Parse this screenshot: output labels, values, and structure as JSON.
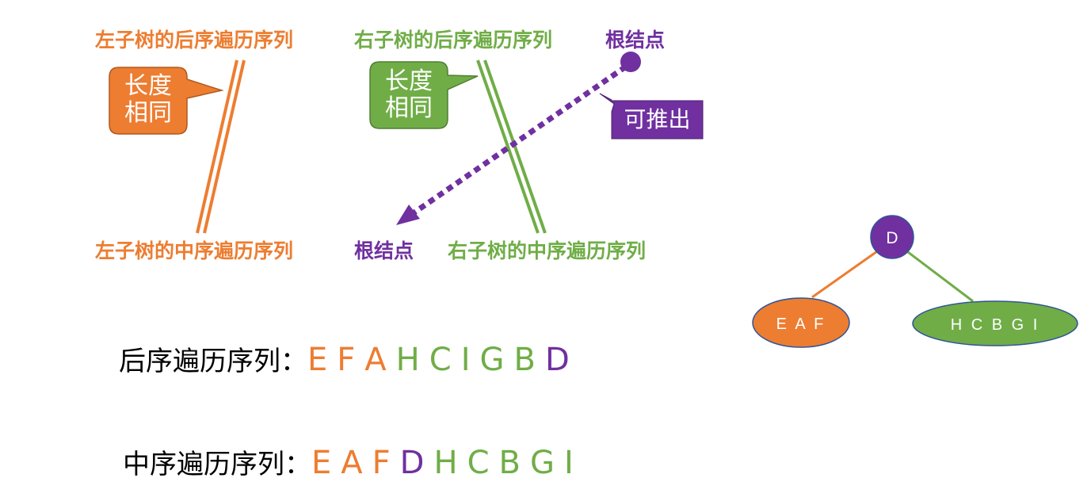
{
  "colors": {
    "left_subtree": "#ED7D31",
    "right_subtree": "#70AD47",
    "root": "#7030A0"
  },
  "top_labels": {
    "left_post": "左子树的后序遍历序列",
    "right_post": "右子树的后序遍历序列",
    "root_post": "根结点"
  },
  "bottom_labels": {
    "left_in": "左子树的中序遍历序列",
    "root_in": "根结点",
    "right_in": "右子树的中序遍历序列"
  },
  "callouts": {
    "left_same_length": [
      "长度",
      "相同"
    ],
    "right_same_length": [
      "长度",
      "相同"
    ],
    "deduce": "可推出"
  },
  "sequences": {
    "postorder_label": "后序遍历序列：",
    "postorder": [
      {
        "ch": "E",
        "group": "left"
      },
      {
        "ch": "F",
        "group": "left"
      },
      {
        "ch": "A",
        "group": "left"
      },
      {
        "ch": "H",
        "group": "right"
      },
      {
        "ch": "C",
        "group": "right"
      },
      {
        "ch": "I",
        "group": "right"
      },
      {
        "ch": "G",
        "group": "right"
      },
      {
        "ch": "B",
        "group": "right"
      },
      {
        "ch": "D",
        "group": "root"
      }
    ],
    "inorder_label": "中序遍历序列：",
    "inorder": [
      {
        "ch": "E",
        "group": "left"
      },
      {
        "ch": "A",
        "group": "left"
      },
      {
        "ch": "F",
        "group": "left"
      },
      {
        "ch": "D",
        "group": "root"
      },
      {
        "ch": "H",
        "group": "right"
      },
      {
        "ch": "C",
        "group": "right"
      },
      {
        "ch": "B",
        "group": "right"
      },
      {
        "ch": "G",
        "group": "right"
      },
      {
        "ch": "I",
        "group": "right"
      }
    ]
  },
  "tree": {
    "root": "D",
    "left": "E A F",
    "right": "H C B G I"
  }
}
